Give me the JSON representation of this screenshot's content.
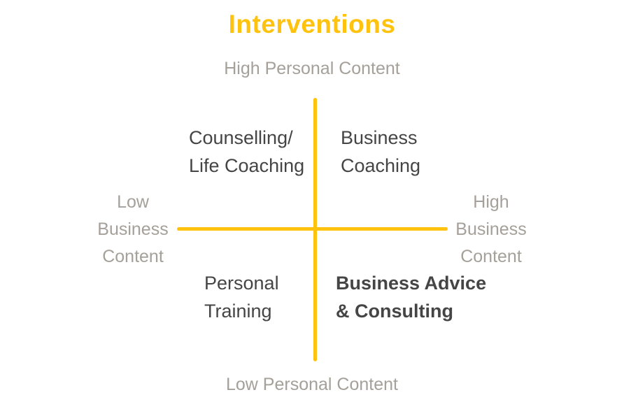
{
  "title": "Interventions",
  "colors": {
    "accent": "#FFC20E",
    "muted_label": "#A5A099",
    "dark_text": "#454545",
    "background": "#FFFFFF"
  },
  "axes": {
    "top": "High Personal Content",
    "bottom": "Low Personal Content",
    "left": {
      "line1": "Low",
      "line2": "Business",
      "line3": "Content"
    },
    "right": {
      "line1": "High",
      "line2": "Business",
      "line3": "Content"
    }
  },
  "quadrants": {
    "top_left": {
      "line1": "Counselling/",
      "line2": "Life Coaching",
      "emphasis": "regular"
    },
    "top_right": {
      "line1": "Business",
      "line2": "Coaching",
      "emphasis": "regular"
    },
    "bottom_left": {
      "line1": "Personal",
      "line2": "Training",
      "emphasis": "regular"
    },
    "bottom_right": {
      "line1": "Business Advice",
      "line2": "& Consulting",
      "emphasis": "bold"
    }
  }
}
